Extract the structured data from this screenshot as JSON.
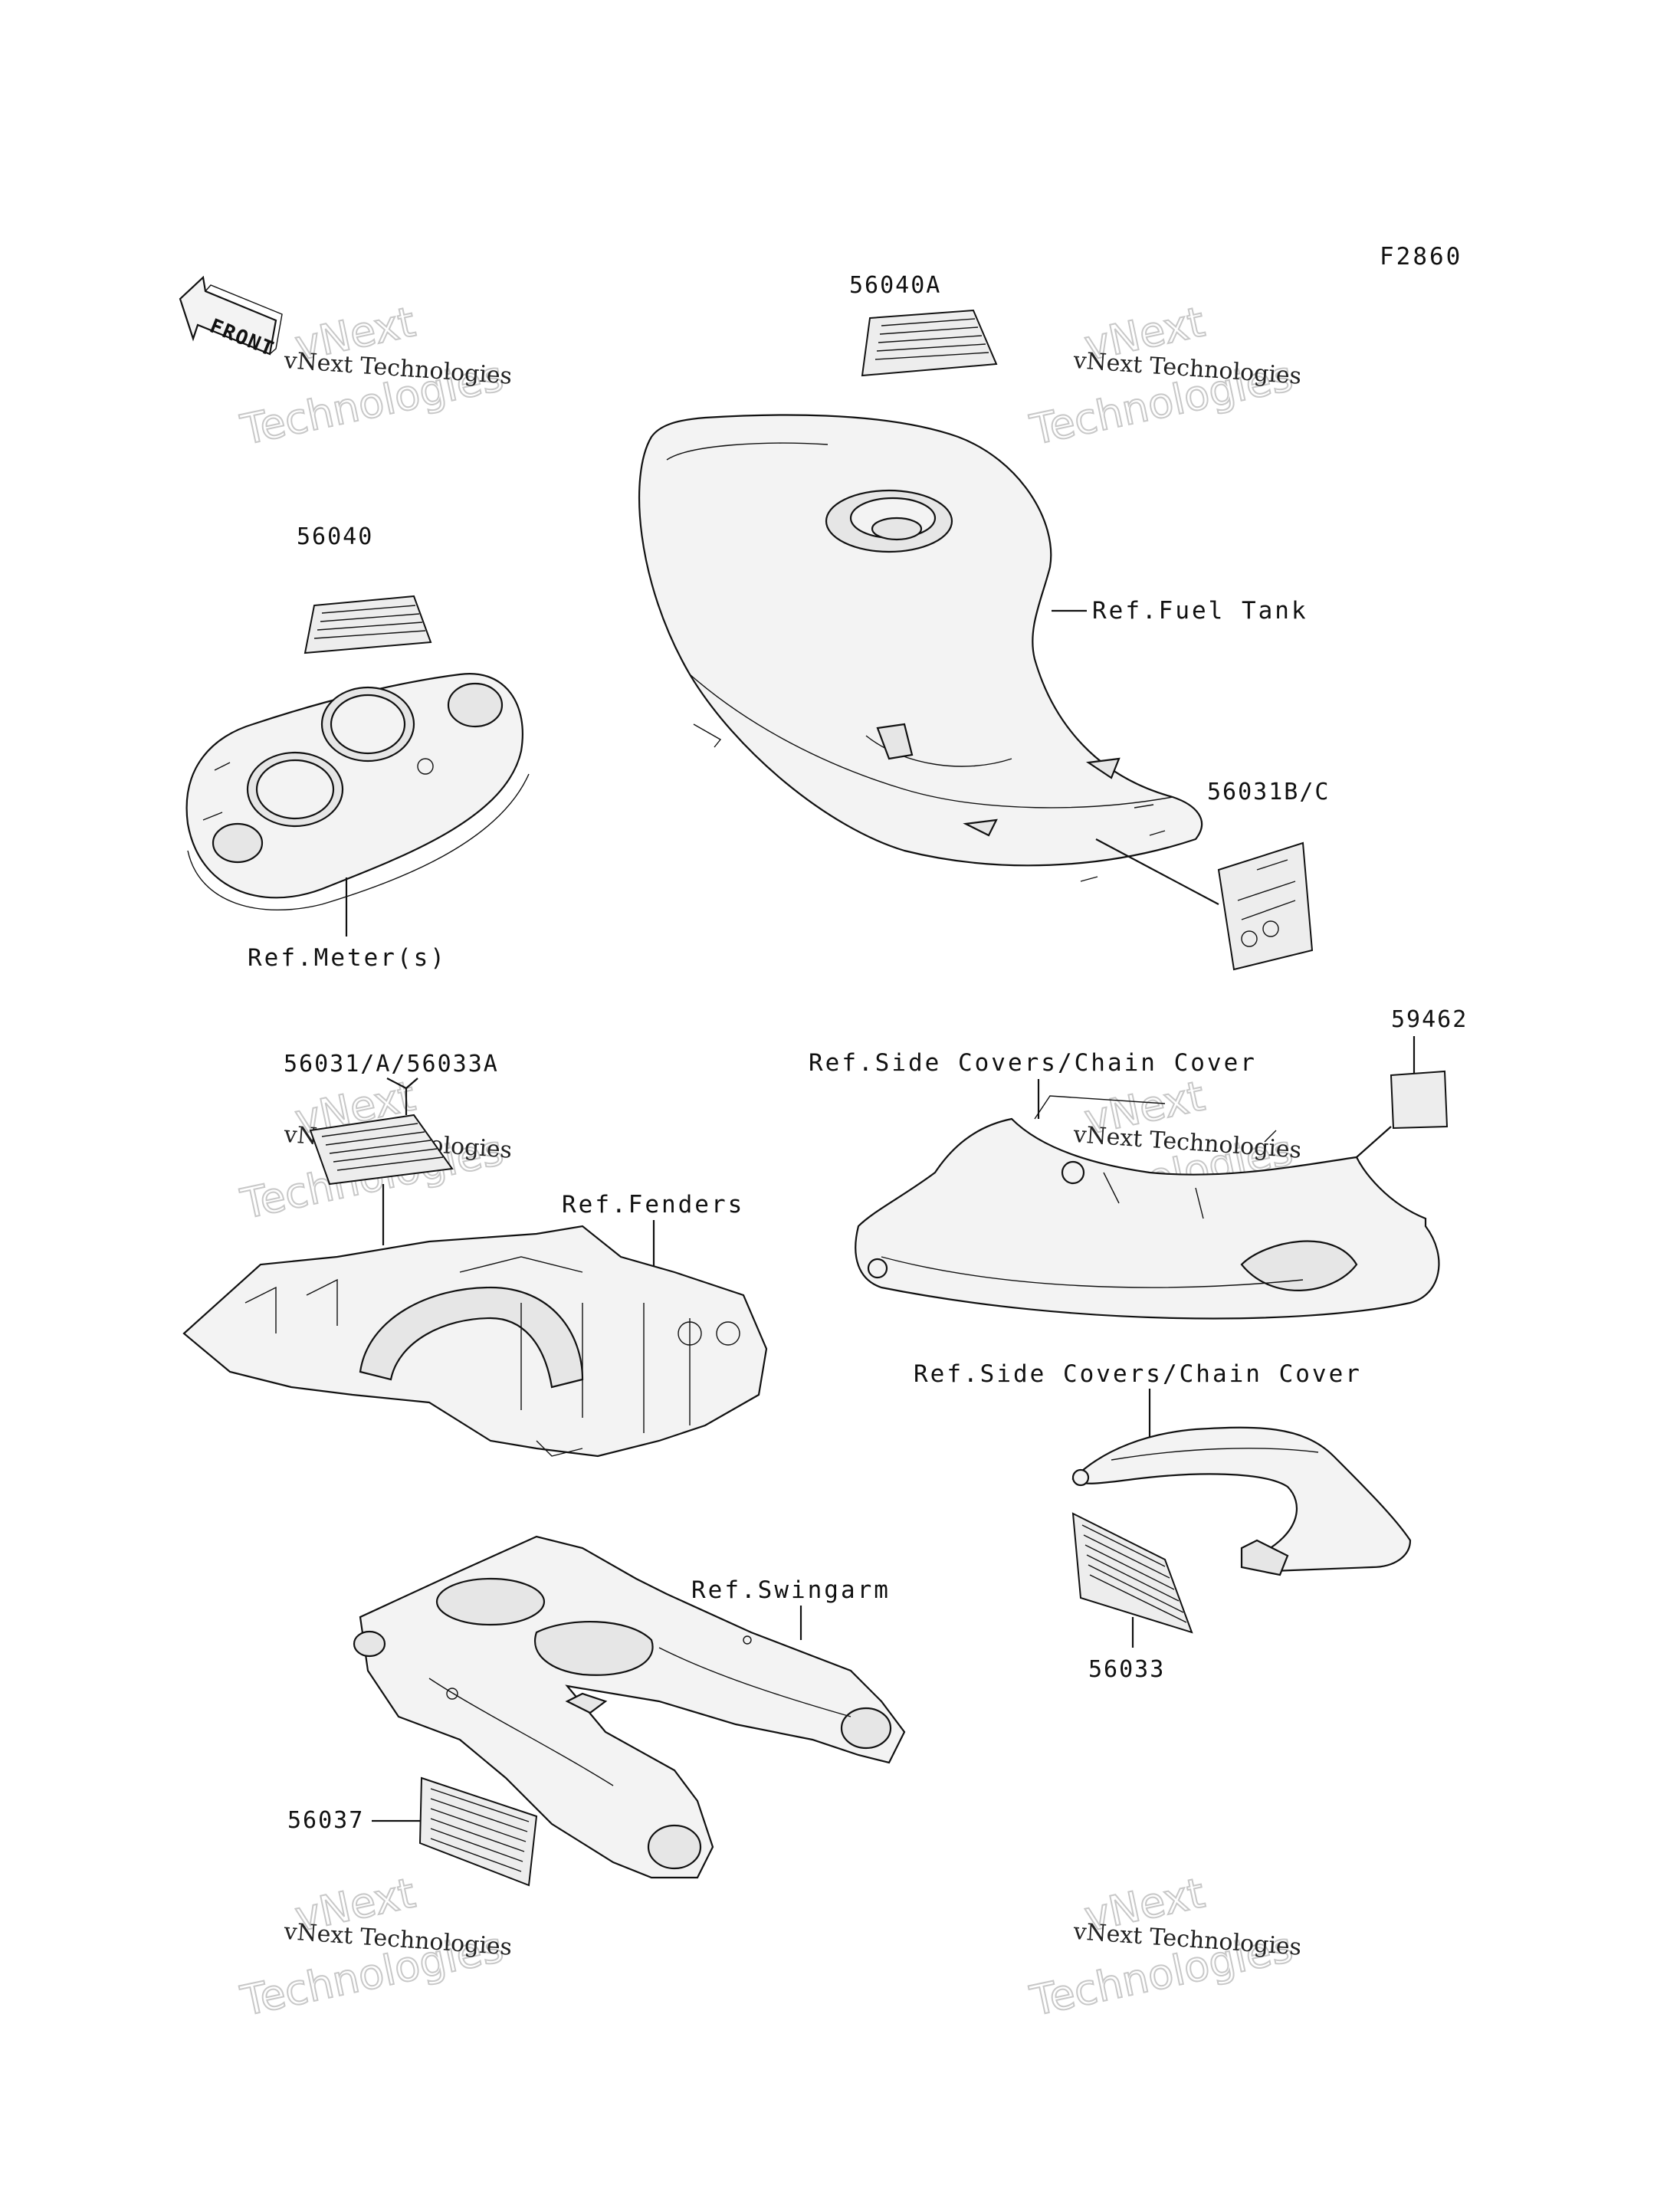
{
  "figure_code": "F2860",
  "front_arrow": "FRONT",
  "watermark": {
    "line1": "vNext Technologies",
    "line2": "vNext",
    "line3": "Technologies"
  },
  "parts": {
    "p56040A": "56040A",
    "p56040": "56040",
    "p56031BC": "56031B/C",
    "p59462": "59462",
    "p56031A_56033A": "56031/A/56033A",
    "p56033": "56033",
    "p56037": "56037"
  },
  "refs": {
    "fuel_tank": "Ref.Fuel Tank",
    "meters": "Ref.Meter(s)",
    "side_covers_1": "Ref.Side Covers/Chain Cover",
    "fenders": "Ref.Fenders",
    "side_covers_2": "Ref.Side Covers/Chain Cover",
    "swingarm": "Ref.Swingarm"
  }
}
